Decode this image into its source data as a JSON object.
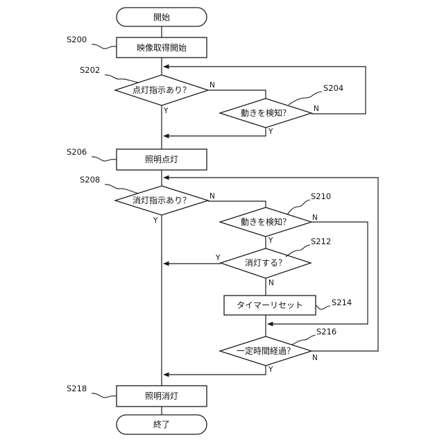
{
  "terminals": {
    "start": "開始",
    "end": "終了"
  },
  "processes": {
    "start_capture": "映像取得開始",
    "light_on": "照明点灯",
    "timer_reset": "タイマーリセット",
    "light_off": "照明消灯"
  },
  "decisions": {
    "on_instruction": "点灯指示あり？",
    "detect_motion_1": "動きを検知？",
    "off_instruction": "消灯指示あり？",
    "detect_motion_2": "動きを検知？",
    "turn_off": "消灯する？",
    "time_elapsed": "一定時間経過？"
  },
  "steps": {
    "s200": "S200",
    "s202": "S202",
    "s204": "S204",
    "s206": "S206",
    "s208": "S208",
    "s210": "S210",
    "s212": "S212",
    "s214": "S214",
    "s216": "S216",
    "s218": "S218"
  },
  "branches": {
    "yes": "Y",
    "no": "N"
  }
}
